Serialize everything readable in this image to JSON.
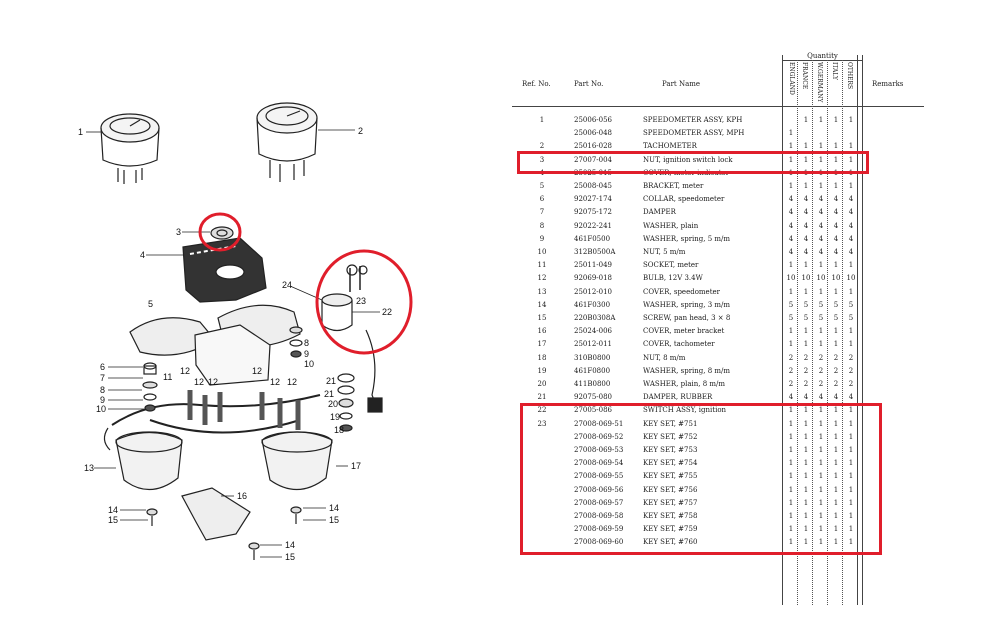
{
  "diagram": {
    "callouts": [
      "1",
      "2",
      "3",
      "4",
      "5",
      "6",
      "7",
      "8",
      "9",
      "10",
      "11",
      "12",
      "12",
      "12",
      "12",
      "12",
      "12",
      "13",
      "14",
      "15",
      "14",
      "15",
      "14",
      "15",
      "16",
      "17",
      "8",
      "9",
      "10",
      "18",
      "19",
      "20",
      "21",
      "21",
      "22",
      "23",
      "24"
    ]
  },
  "table": {
    "headers": {
      "ref": "Ref. No.",
      "part_no": "Part No.",
      "part_name": "Part Name",
      "quantity": "Quantity",
      "remarks": "Remarks"
    },
    "countries": [
      "ENGLAND",
      "FRANCE",
      "W.GERMANY",
      "ITALY",
      "OTHERS"
    ],
    "rows": [
      {
        "ref": "1",
        "part": "25006-056",
        "name": "SPEEDOMETER ASSY, KPH",
        "q": [
          "",
          "1",
          "1",
          "1",
          "1"
        ]
      },
      {
        "ref": "",
        "part": "25006-048",
        "name": "SPEEDOMETER ASSY, MPH",
        "q": [
          "1",
          "",
          "",
          "",
          ""
        ]
      },
      {
        "ref": "2",
        "part": "25016-028",
        "name": "TACHOMETER",
        "q": [
          "1",
          "1",
          "1",
          "1",
          "1"
        ]
      },
      {
        "ref": "3",
        "part": "27007-004",
        "name": "NUT, ignition switch lock",
        "q": [
          "1",
          "1",
          "1",
          "1",
          "1"
        ]
      },
      {
        "ref": "4",
        "part": "25025-015",
        "name": "COVER, meter indicator",
        "q": [
          "1",
          "1",
          "1",
          "1",
          "1"
        ]
      },
      {
        "ref": "5",
        "part": "25008-045",
        "name": "BRACKET, meter",
        "q": [
          "1",
          "1",
          "1",
          "1",
          "1"
        ]
      },
      {
        "ref": "6",
        "part": "92027-174",
        "name": "COLLAR, speedometer",
        "q": [
          "4",
          "4",
          "4",
          "4",
          "4"
        ]
      },
      {
        "ref": "7",
        "part": "92075-172",
        "name": "DAMPER",
        "q": [
          "4",
          "4",
          "4",
          "4",
          "4"
        ]
      },
      {
        "ref": "8",
        "part": "92022-241",
        "name": "WASHER, plain",
        "q": [
          "4",
          "4",
          "4",
          "4",
          "4"
        ]
      },
      {
        "ref": "9",
        "part": "461F0500",
        "name": "WASHER, spring, 5 m/m",
        "q": [
          "4",
          "4",
          "4",
          "4",
          "4"
        ]
      },
      {
        "ref": "10",
        "part": "312B0500A",
        "name": "NUT, 5 m/m",
        "q": [
          "4",
          "4",
          "4",
          "4",
          "4"
        ]
      },
      {
        "ref": "11",
        "part": "25011-049",
        "name": "SOCKET, meter",
        "q": [
          "1",
          "1",
          "1",
          "1",
          "1"
        ]
      },
      {
        "ref": "12",
        "part": "92069-018",
        "name": "BULB, 12V 3.4W",
        "q": [
          "10",
          "10",
          "10",
          "10",
          "10"
        ]
      },
      {
        "ref": "13",
        "part": "25012-010",
        "name": "COVER, speedometer",
        "q": [
          "1",
          "1",
          "1",
          "1",
          "1"
        ]
      },
      {
        "ref": "14",
        "part": "461F0300",
        "name": "WASHER, spring, 3 m/m",
        "q": [
          "5",
          "5",
          "5",
          "5",
          "5"
        ]
      },
      {
        "ref": "15",
        "part": "220B0308A",
        "name": "SCREW, pan head, 3 × 8",
        "q": [
          "5",
          "5",
          "5",
          "5",
          "5"
        ]
      },
      {
        "ref": "16",
        "part": "25024-006",
        "name": "COVER, meter bracket",
        "q": [
          "1",
          "1",
          "1",
          "1",
          "1"
        ]
      },
      {
        "ref": "17",
        "part": "25012-011",
        "name": "COVER, tachometer",
        "q": [
          "1",
          "1",
          "1",
          "1",
          "1"
        ]
      },
      {
        "ref": "18",
        "part": "310B0800",
        "name": "NUT, 8 m/m",
        "q": [
          "2",
          "2",
          "2",
          "2",
          "2"
        ]
      },
      {
        "ref": "19",
        "part": "461F0800",
        "name": "WASHER, spring, 8 m/m",
        "q": [
          "2",
          "2",
          "2",
          "2",
          "2"
        ]
      },
      {
        "ref": "20",
        "part": "411B0800",
        "name": "WASHER, plain, 8 m/m",
        "q": [
          "2",
          "2",
          "2",
          "2",
          "2"
        ]
      },
      {
        "ref": "21",
        "part": "92075-080",
        "name": "DAMPER, RUBBER",
        "q": [
          "4",
          "4",
          "4",
          "4",
          "4"
        ]
      },
      {
        "ref": "22",
        "part": "27005-086",
        "name": "SWITCH ASSY, ignition",
        "q": [
          "1",
          "1",
          "1",
          "1",
          "1"
        ]
      },
      {
        "ref": "23",
        "part": "27008-069-51",
        "name": "KEY SET, #751",
        "q": [
          "1",
          "1",
          "1",
          "1",
          "1"
        ]
      },
      {
        "ref": "",
        "part": "27008-069-52",
        "name": "KEY SET, #752",
        "q": [
          "1",
          "1",
          "1",
          "1",
          "1"
        ]
      },
      {
        "ref": "",
        "part": "27008-069-53",
        "name": "KEY SET, #753",
        "q": [
          "1",
          "1",
          "1",
          "1",
          "1"
        ]
      },
      {
        "ref": "",
        "part": "27008-069-54",
        "name": "KEY SET, #754",
        "q": [
          "1",
          "1",
          "1",
          "1",
          "1"
        ]
      },
      {
        "ref": "",
        "part": "27008-069-55",
        "name": "KEY SET, #755",
        "q": [
          "1",
          "1",
          "1",
          "1",
          "1"
        ]
      },
      {
        "ref": "",
        "part": "27008-069-56",
        "name": "KEY SET, #756",
        "q": [
          "1",
          "1",
          "1",
          "1",
          "1"
        ]
      },
      {
        "ref": "",
        "part": "27008-069-57",
        "name": "KEY SET, #757",
        "q": [
          "1",
          "1",
          "1",
          "1",
          "1"
        ]
      },
      {
        "ref": "",
        "part": "27008-069-58",
        "name": "KEY SET, #758",
        "q": [
          "1",
          "1",
          "1",
          "1",
          "1"
        ]
      },
      {
        "ref": "",
        "part": "27008-069-59",
        "name": "KEY SET, #759",
        "q": [
          "1",
          "1",
          "1",
          "1",
          "1"
        ]
      },
      {
        "ref": "",
        "part": "27008-069-60",
        "name": "KEY SET, #760",
        "q": [
          "1",
          "1",
          "1",
          "1",
          "1"
        ]
      }
    ]
  },
  "highlight_color": "#e01e2b"
}
